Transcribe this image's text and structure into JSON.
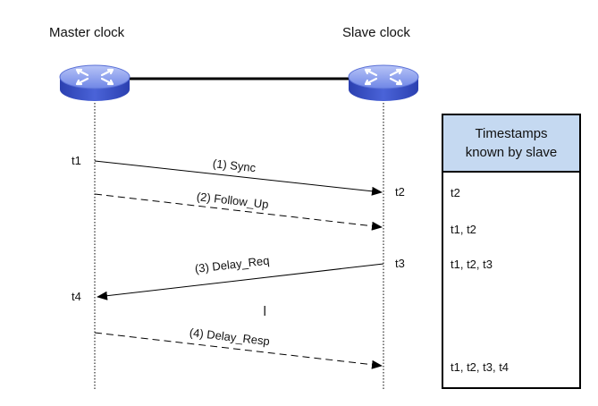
{
  "nodes": {
    "master": {
      "label": "Master clock"
    },
    "slave": {
      "label": "Slave clock"
    }
  },
  "timestamps_master": [
    "t1",
    "t4"
  ],
  "timestamps_slave": [
    "t2",
    "t3"
  ],
  "messages": [
    {
      "label": "(1) Sync",
      "direction": "master-to-slave",
      "style": "solid"
    },
    {
      "label": "(2) Follow_Up",
      "direction": "master-to-slave",
      "style": "dashed"
    },
    {
      "label": "(3) Delay_Req",
      "direction": "slave-to-master",
      "style": "solid"
    },
    {
      "label": "(4) Delay_Resp",
      "direction": "master-to-slave",
      "style": "dashed"
    }
  ],
  "table": {
    "header": [
      "Timestamps",
      "known by slave"
    ],
    "rows": [
      "t2",
      "t1, t2",
      "t1, t2, t3",
      "t1, t2, t3, t4"
    ]
  },
  "colors": {
    "router_top": "#8fa3ee",
    "router_side": "#3a52c8",
    "header_bg": "#c5d9f1"
  },
  "icons": [
    "router-icon",
    "text-cursor-icon"
  ]
}
